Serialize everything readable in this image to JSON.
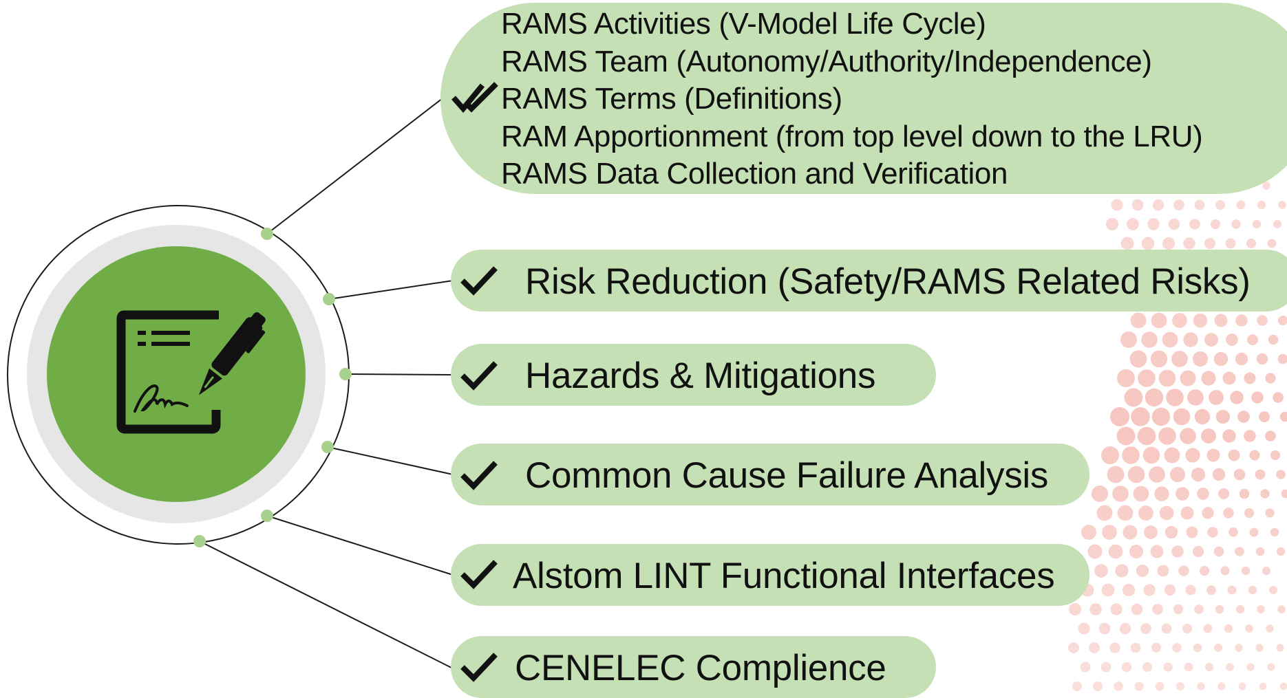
{
  "colors": {
    "pill_fill": "#c5e0b4",
    "hub_core": "#70ad47",
    "hub_ring": "#e6e6e6",
    "connector_dot": "#a9d18e",
    "dot_pattern": "#f4b8b0",
    "text": "#111111"
  },
  "hub": {
    "icon": "signed-document-pen-icon"
  },
  "top_group": {
    "lines": [
      "RAMS Activities (V-Model Life Cycle)",
      "RAMS Team (Autonomy/Authority/Independence)",
      "RAMS Terms (Definitions)",
      "RAM Apportionment  (from top level down to the LRU)",
      "RAMS Data Collection and Verification"
    ],
    "marker_icon": "double-check-icon"
  },
  "items": [
    {
      "label": "Risk Reduction (Safety/RAMS Related Risks)",
      "icon": "check-icon"
    },
    {
      "label": "Hazards & Mitigations",
      "icon": "check-icon"
    },
    {
      "label": "Common Cause Failure Analysis",
      "icon": "check-icon"
    },
    {
      "label": "Alstom LINT Functional Interfaces",
      "icon": "check-icon"
    },
    {
      "label": "CENELEC Complience",
      "icon": "check-icon"
    }
  ]
}
